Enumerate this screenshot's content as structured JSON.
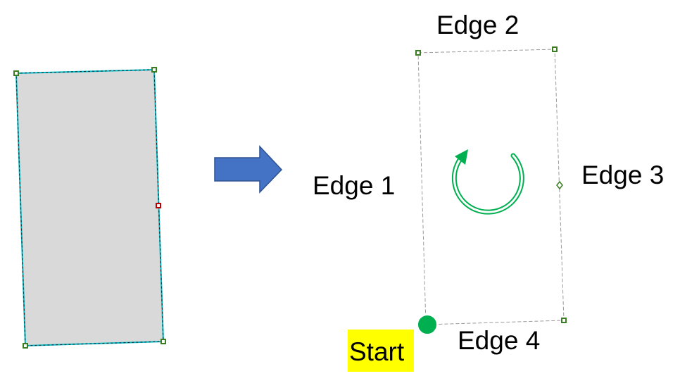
{
  "diagram": {
    "labels": {
      "edge_1": "Edge 1",
      "edge_2": "Edge 2",
      "edge_3": "Edge 3",
      "edge_4": "Edge 4",
      "start": "Start"
    },
    "colors": {
      "shape_fill": "#d9d9d9",
      "selection_outline": "#00b7c3",
      "corner_handle": "#3a7d22",
      "midpoint_handle": "#c00000",
      "arrow_fill": "#4472c4",
      "arrow_stroke": "#2f528f",
      "dashed_outline": "#9a9a9a",
      "rotation_symbol": "#00b050",
      "start_dot": "#00b050",
      "start_highlight": "#ffff00"
    }
  }
}
